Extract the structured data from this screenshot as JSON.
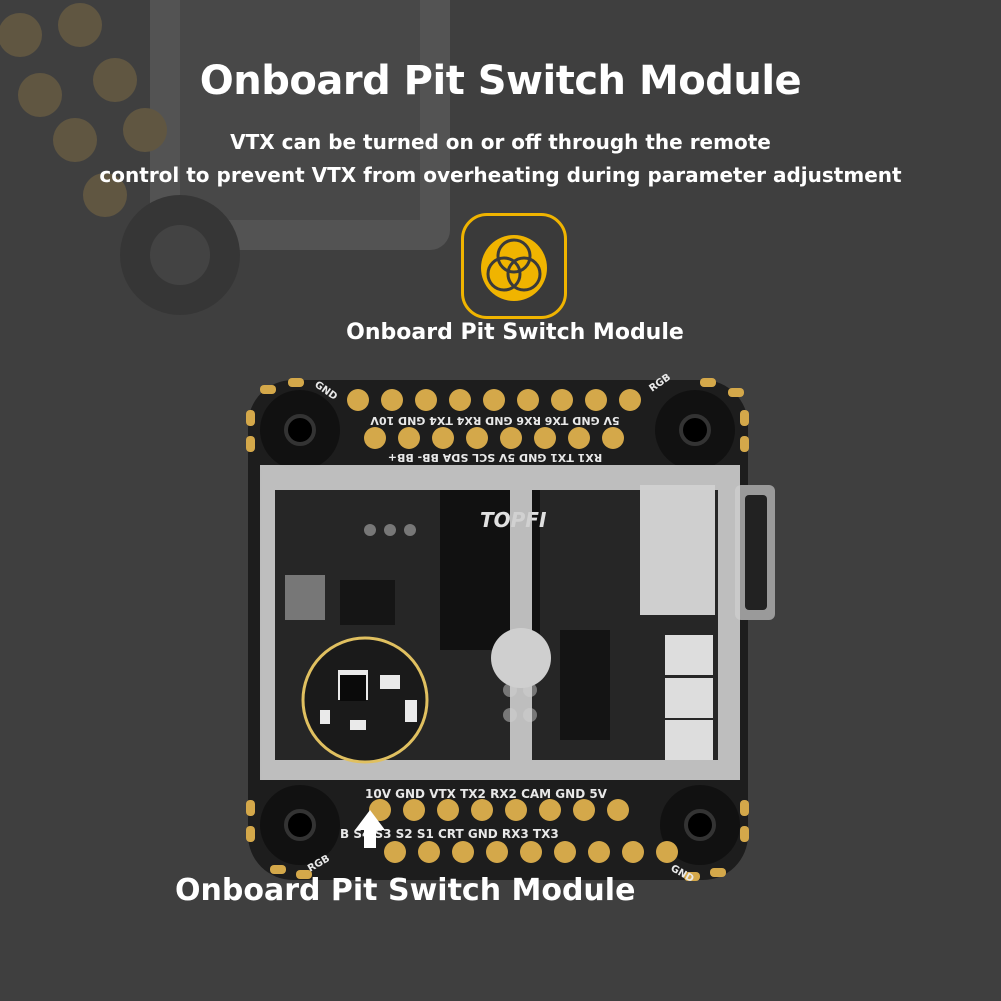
{
  "heading": "Onboard Pit Switch Module",
  "description": {
    "line1": "VTX can be turned on or off through the remote",
    "line2": "control to prevent VTX from overheating during parameter adjustment"
  },
  "feature_icon": {
    "name": "color-circles-icon",
    "accent": "#f0b400"
  },
  "icon_caption": "Onboard Pit Switch Module",
  "board": {
    "top_pads_label_row1": "5V GND TX6 RX6 GND RX4 TX4 GND 10V",
    "top_pads_label_row2": "RX1 TX1 GND 5V SCL SDA BB- BB+",
    "bottom_pads_label_row1": "10V GND VTX TX2 RX2 CAM GND 5V",
    "bottom_pads_label_row2": "B S4 S3 S2 S1 CRT GND RX3 TX3",
    "corner_labels": [
      "GND",
      "RGB",
      "GND",
      "RGB"
    ],
    "chip_brand": "TOPFI",
    "pad_color": "#d4a84a"
  },
  "bottom_label": "Onboard Pit Switch Module",
  "colors": {
    "background": "#3f3f3f",
    "accent": "#f0b400",
    "text": "#ffffff"
  }
}
